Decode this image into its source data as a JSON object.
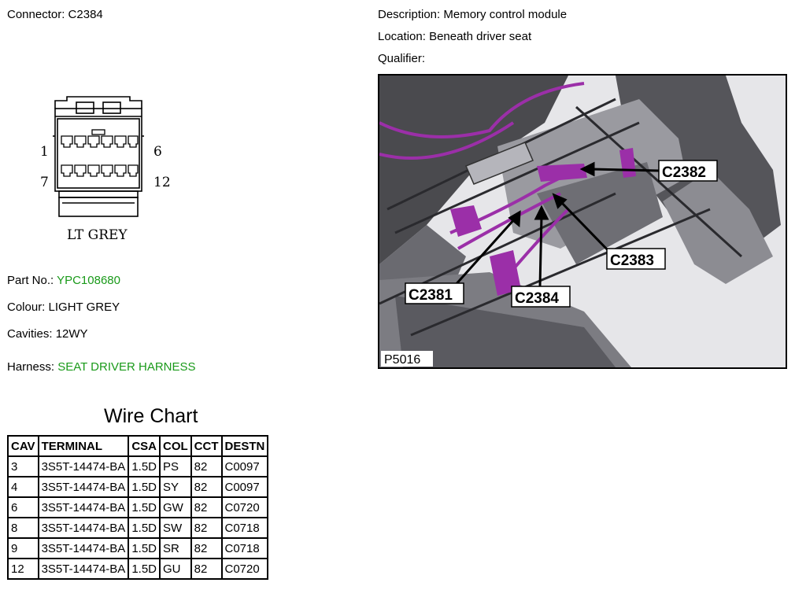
{
  "connector": {
    "label": "Connector:",
    "value": "C2384"
  },
  "description": {
    "label": "Description:",
    "value": "Memory control module"
  },
  "location": {
    "label": "Location:",
    "value": "Beneath driver seat"
  },
  "qualifier": {
    "label": "Qualifier:",
    "value": ""
  },
  "drawing": {
    "pin_1": "1",
    "pin_6": "6",
    "pin_7": "7",
    "pin_12": "12",
    "color_label": "LT GREY"
  },
  "part_no": {
    "label": "Part No.:",
    "value": "YPC108680"
  },
  "colour": {
    "label": "Colour:",
    "value": "LIGHT GREY"
  },
  "cavities": {
    "label": "Cavities:",
    "value": "12WY"
  },
  "harness": {
    "label": "Harness:",
    "value": "SEAT DRIVER HARNESS"
  },
  "photo": {
    "ref": "P5016",
    "callouts": [
      "C2382",
      "C2383",
      "C2381",
      "C2384"
    ]
  },
  "wire_chart": {
    "title": "Wire Chart",
    "headers": [
      "CAV",
      "TERMINAL",
      "CSA",
      "COL",
      "CCT",
      "DESTN"
    ],
    "rows": [
      [
        "3",
        "3S5T-14474-BA",
        "1.5D",
        "PS",
        "82",
        "C0097"
      ],
      [
        "4",
        "3S5T-14474-BA",
        "1.5D",
        "SY",
        "82",
        "C0097"
      ],
      [
        "6",
        "3S5T-14474-BA",
        "1.5D",
        "GW",
        "82",
        "C0720"
      ],
      [
        "8",
        "3S5T-14474-BA",
        "1.5D",
        "SW",
        "82",
        "C0718"
      ],
      [
        "9",
        "3S5T-14474-BA",
        "1.5D",
        "SR",
        "82",
        "C0718"
      ],
      [
        "12",
        "3S5T-14474-BA",
        "1.5D",
        "GU",
        "82",
        "C0720"
      ]
    ]
  },
  "colors": {
    "link_green": "#1a9a1a",
    "harness_purple": "#9b2fa8"
  }
}
